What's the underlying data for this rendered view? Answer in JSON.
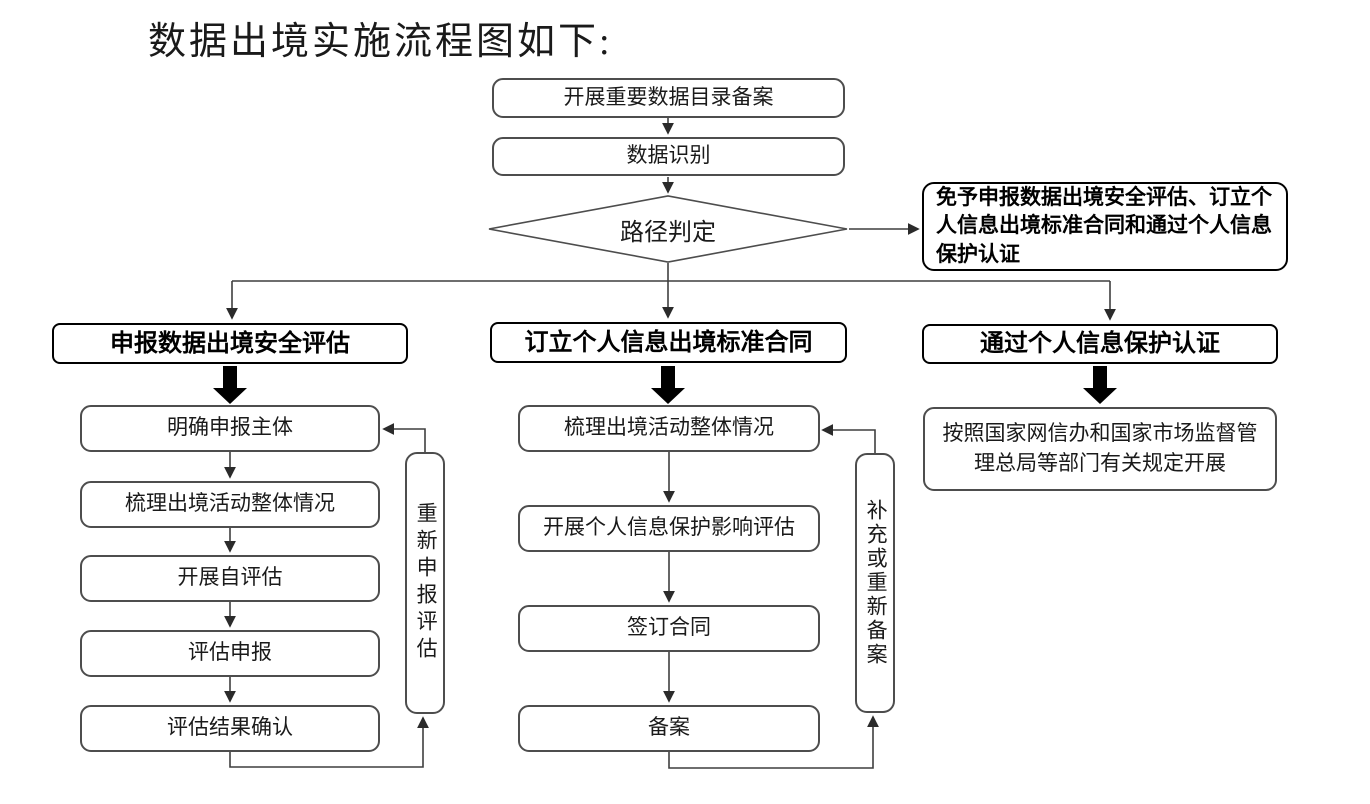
{
  "page": {
    "title": "数据出境实施流程图如下:"
  },
  "flowchart": {
    "top_nodes": {
      "catalog": "开展重要数据目录备案",
      "identify": "数据识别"
    },
    "decision": "路径判定",
    "exempt": "免予申报数据出境安全评估、订立个人信息出境标准合同和通过个人信息保护认证",
    "branches": {
      "assessment": {
        "header": "申报数据出境安全评估",
        "steps": [
          "明确申报主体",
          "梳理出境活动整体情况",
          "开展自评估",
          "评估申报",
          "评估结果确认"
        ],
        "loop": "重新申报评估"
      },
      "contract": {
        "header": "订立个人信息出境标准合同",
        "steps": [
          "梳理出境活动整体情况",
          "开展个人信息保护影响评估",
          "签订合同",
          "备案"
        ],
        "loop": "补充或重新备案"
      },
      "certification": {
        "header": "通过个人信息保护认证",
        "note": "按照国家网信办和国家市场监督管理总局等部门有关规定开展"
      }
    }
  },
  "colors": {
    "background": "#ffffff",
    "line": "#3f3f3f",
    "box_border": "#4d4d4d",
    "bold_border": "#000000",
    "text": "#1a1a1a"
  }
}
